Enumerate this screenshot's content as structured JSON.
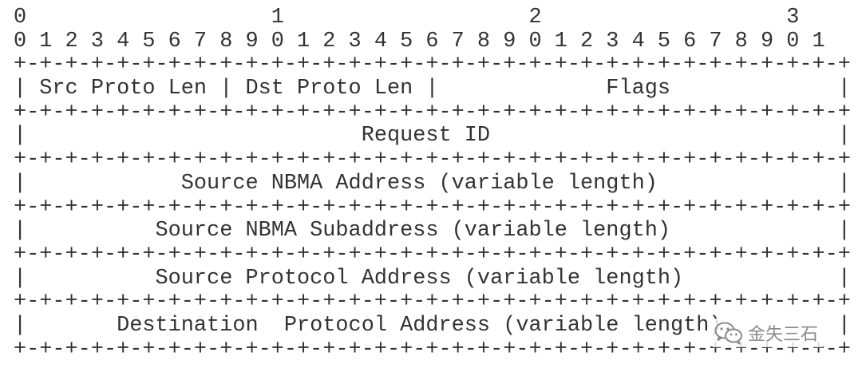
{
  "diagram": {
    "lines": [
      "0                   1                   2                   3",
      "0 1 2 3 4 5 6 7 8 9 0 1 2 3 4 5 6 7 8 9 0 1 2 3 4 5 6 7 8 9 0 1",
      "+-+-+-+-+-+-+-+-+-+-+-+-+-+-+-+-+-+-+-+-+-+-+-+-+-+-+-+-+-+-+-+-+",
      "| Src Proto Len | Dst Proto Len |             Flags             |",
      "+-+-+-+-+-+-+-+-+-+-+-+-+-+-+-+-+-+-+-+-+-+-+-+-+-+-+-+-+-+-+-+-+",
      "|                          Request ID                           |",
      "+-+-+-+-+-+-+-+-+-+-+-+-+-+-+-+-+-+-+-+-+-+-+-+-+-+-+-+-+-+-+-+-+",
      "|            Source NBMA Address (variable length)              |",
      "+-+-+-+-+-+-+-+-+-+-+-+-+-+-+-+-+-+-+-+-+-+-+-+-+-+-+-+-+-+-+-+-+",
      "|          Source NBMA Subaddress (variable length)             |",
      "+-+-+-+-+-+-+-+-+-+-+-+-+-+-+-+-+-+-+-+-+-+-+-+-+-+-+-+-+-+-+-+-+",
      "|          Source Protocol Address (variable length)            |",
      "+-+-+-+-+-+-+-+-+-+-+-+-+-+-+-+-+-+-+-+-+-+-+-+-+-+-+-+-+-+-+-+-+",
      "|       Destination  Protocol Address (variable length)         |",
      "+-+-+-+-+-+-+-+-+-+-+-+-+-+-+-+-+-+-+-+-+-+-+-+-+-+-+-+-+-+-+-+-+"
    ]
  },
  "watermark": {
    "text": "金失三石",
    "icon": "wechat-icon",
    "color": "#8a8a8a"
  }
}
